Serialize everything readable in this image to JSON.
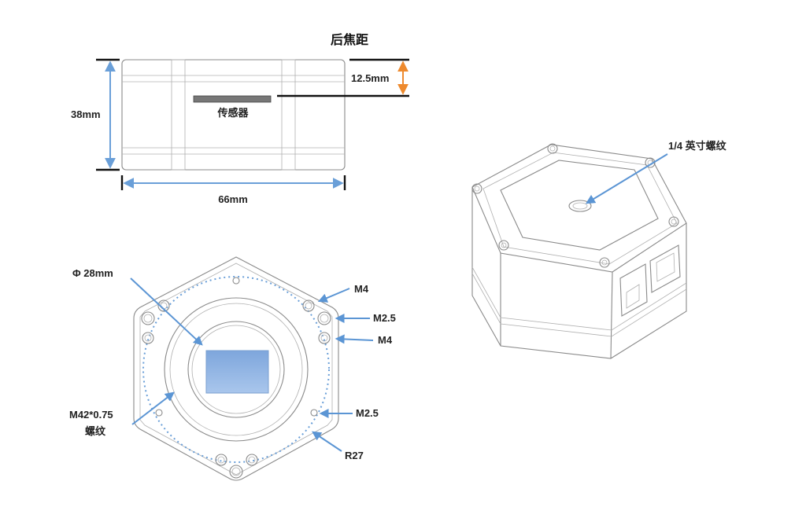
{
  "side_view": {
    "back_focus_label": "后焦距",
    "back_focus_value": "12.5mm",
    "height_label": "38mm",
    "width_label": "66mm",
    "sensor_label": "传感器"
  },
  "front_view": {
    "aperture_label": "Φ 28mm",
    "m4_top_label": "M4",
    "m25_top_label": "M2.5",
    "m4_mid_label": "M4",
    "m25_bottom_label": "M2.5",
    "mount_label_line1": "M42*0.75",
    "mount_label_line2": "螺纹",
    "radius_label": "R27"
  },
  "iso_view": {
    "thread_label": "1/4 英寸螺纹"
  },
  "colors": {
    "dimension_line": "#6a9fd8",
    "back_focus_arrow": "#ee8a2e",
    "sensor_fill": "#8fb3e2",
    "outline": "#8a8a8a"
  }
}
